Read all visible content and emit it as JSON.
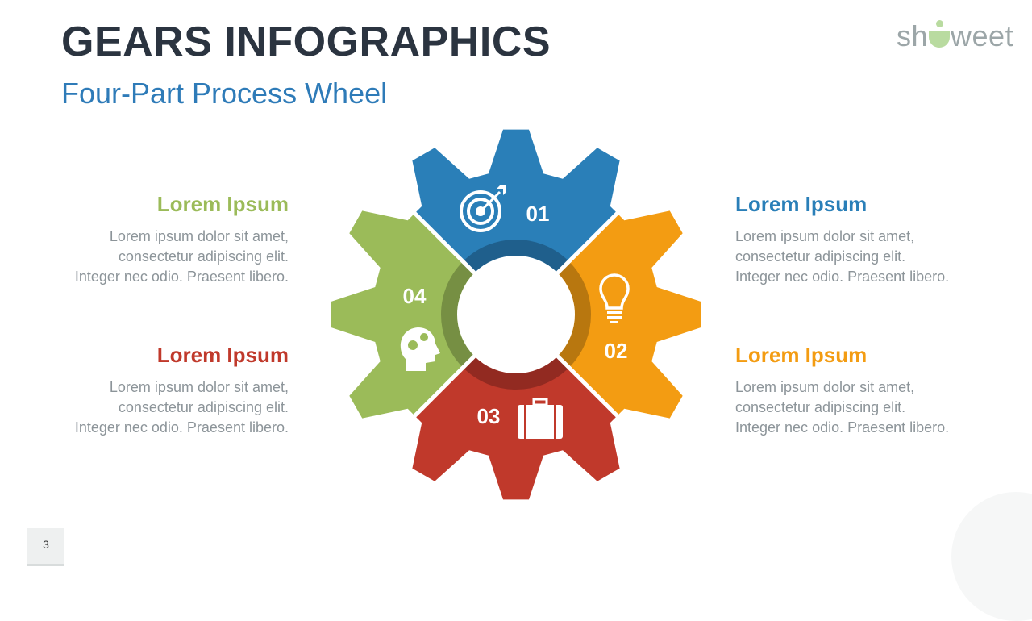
{
  "header": {
    "title": "GEARS INFOGRAPHICS",
    "subtitle": "Four-Part Process Wheel"
  },
  "logo": {
    "text_before": "sh",
    "text_after": "weet"
  },
  "page_number": "3",
  "colors": {
    "blue": "#2a7fb8",
    "orange": "#f39c12",
    "red": "#c0392b",
    "green": "#9bbb59"
  },
  "segments": [
    {
      "number": "01",
      "icon": "target-icon",
      "color": "#2a7fb8",
      "dark": "#1f5f8c"
    },
    {
      "number": "02",
      "icon": "lightbulb-icon",
      "color": "#f39c12",
      "dark": "#b8770f"
    },
    {
      "number": "03",
      "icon": "briefcase-icon",
      "color": "#c0392b",
      "dark": "#922a21"
    },
    {
      "number": "04",
      "icon": "head-gears-icon",
      "color": "#9bbb59",
      "dark": "#768f43"
    }
  ],
  "blocks": [
    {
      "title": "Lorem Ipsum",
      "lines": [
        "Lorem ipsum dolor sit amet,",
        "consectetur adipiscing elit.",
        "Integer nec odio. Praesent libero."
      ]
    },
    {
      "title": "Lorem Ipsum",
      "lines": [
        "Lorem ipsum dolor sit amet,",
        "consectetur adipiscing elit.",
        "Integer nec odio. Praesent libero."
      ]
    },
    {
      "title": "Lorem Ipsum",
      "lines": [
        "Lorem ipsum dolor sit amet,",
        "consectetur adipiscing elit.",
        "Integer nec odio. Praesent libero."
      ]
    },
    {
      "title": "Lorem Ipsum",
      "lines": [
        "Lorem ipsum dolor sit amet,",
        "consectetur adipiscing elit.",
        "Integer nec odio. Praesent libero."
      ]
    }
  ]
}
